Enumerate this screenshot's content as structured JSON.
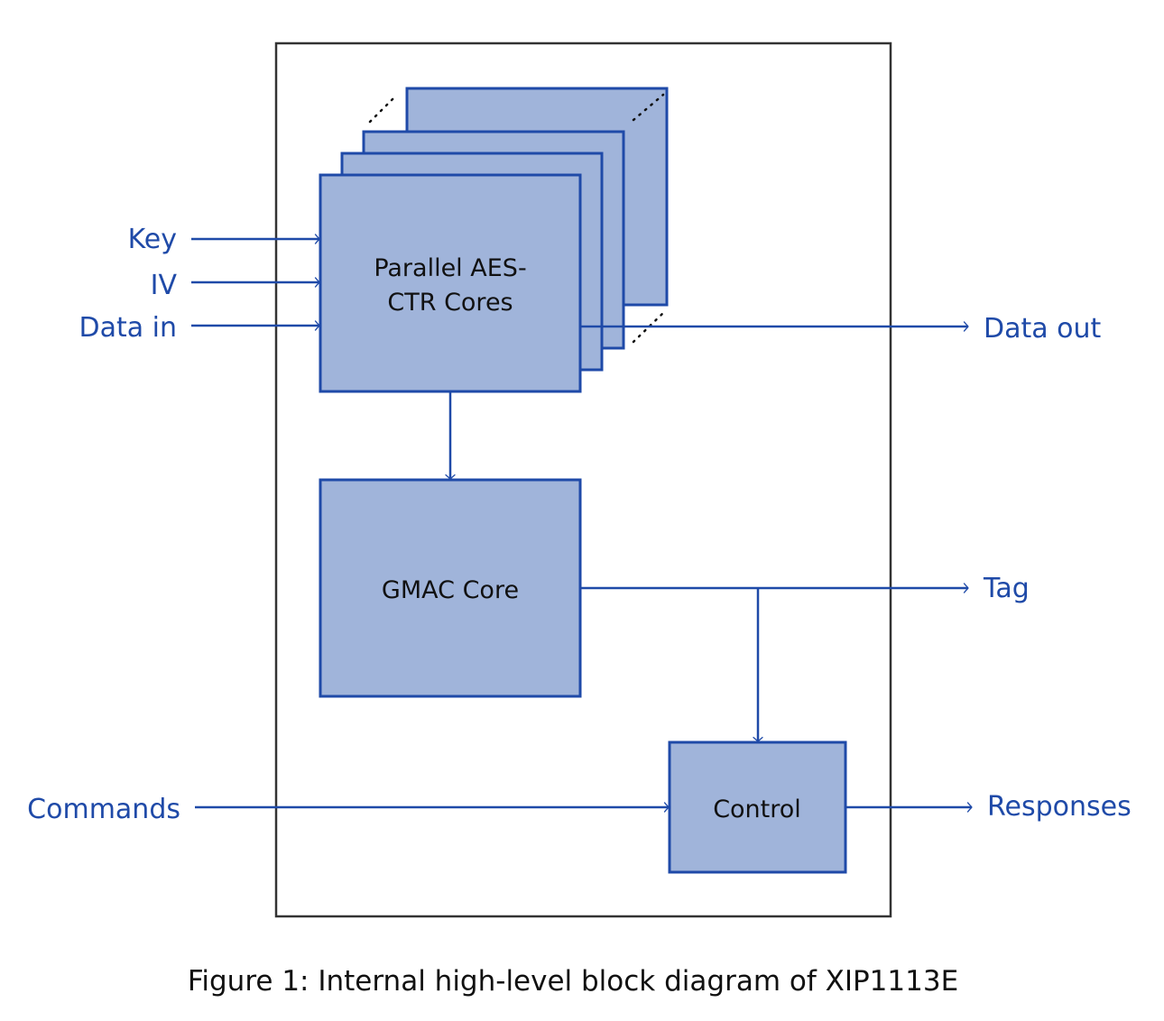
{
  "diagram": {
    "colors": {
      "block_fill": "#a0b4da",
      "block_stroke": "#1f4aa8",
      "signal_text": "#1f4aa8",
      "container_stroke": "#333333"
    },
    "blocks": {
      "aes": {
        "label_line1": "Parallel AES-",
        "label_line2": "CTR Cores"
      },
      "gmac": {
        "label": "GMAC Core"
      },
      "control": {
        "label": "Control"
      }
    },
    "inputs": {
      "key": "Key",
      "iv": "IV",
      "data_in": "Data in",
      "commands": "Commands"
    },
    "outputs": {
      "data_out": "Data out",
      "tag": "Tag",
      "responses": "Responses"
    },
    "caption": "Figure 1: Internal high-level block diagram of XIP1113E"
  }
}
